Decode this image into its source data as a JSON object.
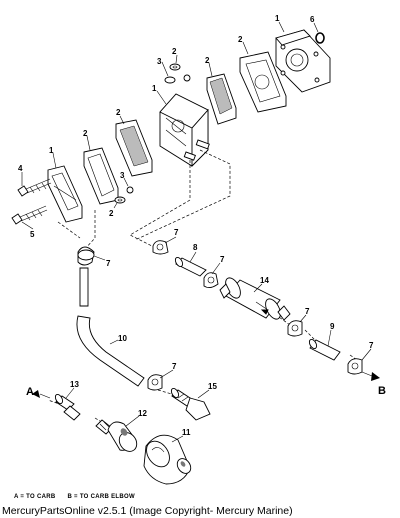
{
  "legend": {
    "a_note": "A = TO CARB",
    "b_note": "B = TO CARB ELBOW"
  },
  "footer": {
    "copyright": "MercuryPartsOnline v2.5.1 (Image Copyright- Mercury Marine)"
  },
  "arrows": {
    "a": "A",
    "b": "B"
  },
  "callouts": {
    "c1_cover": "1",
    "c6_oring": "6",
    "c2_gasket_top": "2",
    "c2_washer_top": "2",
    "c3_top": "3",
    "c1_pump": "1",
    "c2_diaphragm": "2",
    "c2_gasket_mid": "2",
    "c4_screw": "4",
    "c1_base": "1",
    "c3_lower": "3",
    "c2_washer_lower": "2",
    "c5_screw": "5",
    "c7_elbow_left": "7",
    "c7_clamp_a": "7",
    "c8_hose": "8",
    "c7_clamp_b": "7",
    "c14_filter": "14",
    "c7_clamp_c": "7",
    "c9_hose": "9",
    "c7_clamp_d": "7",
    "c10_hose": "10",
    "c7_clamp_e": "7",
    "c15_fitting": "15",
    "c13_hose": "13",
    "c12_bulb": "12",
    "c11_separator": "11"
  }
}
